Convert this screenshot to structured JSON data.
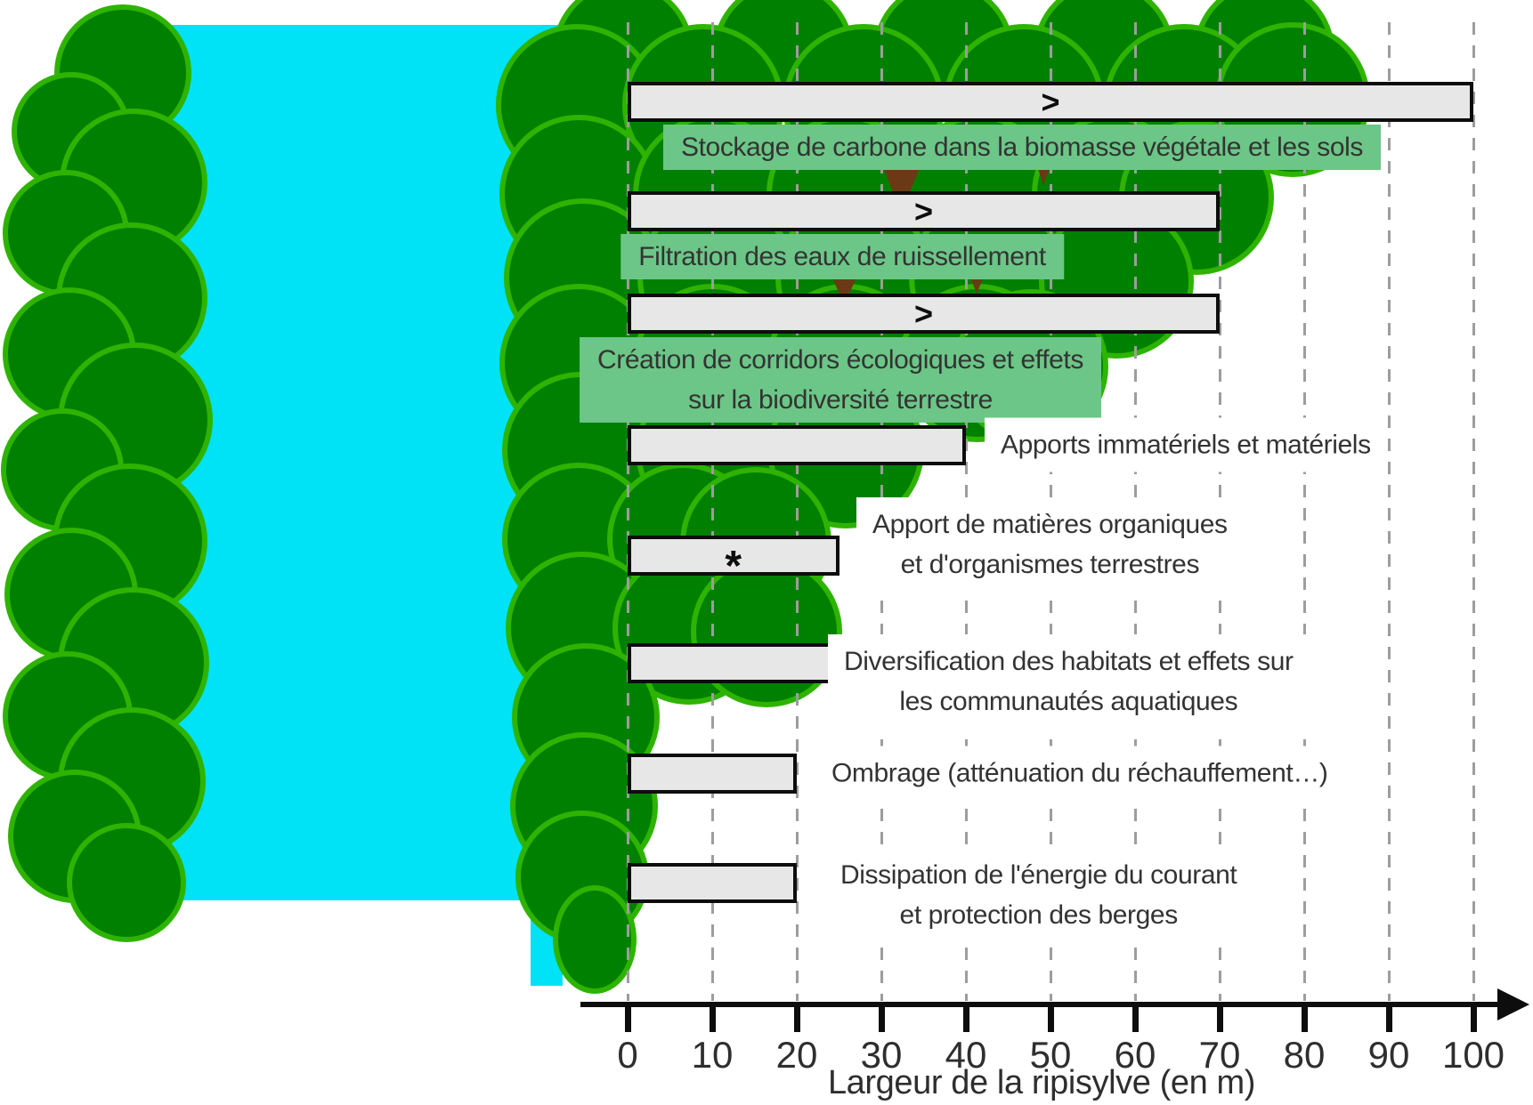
{
  "colors": {
    "tree_fill": "#008000",
    "tree_outline": "#2eb400",
    "tree_trunk": "#6b3a15",
    "river": "#00e2f6",
    "bar_fill": "#e7e7e7",
    "bar_border": "#0d0d0d",
    "green_label_bg": "#6cc687",
    "gridline": "#9d9d9d",
    "text": "#2e2e2e"
  },
  "scene": {
    "river_icon": "river-water",
    "trees_icon": "tree-canopy",
    "trunk_icon": "tree-trunk"
  },
  "chart_data": {
    "type": "bar",
    "orientation": "horizontal",
    "title": "",
    "xlabel": "Largeur de la ripisylve (en m)",
    "ylabel": "",
    "xlim": [
      0,
      100
    ],
    "xticks": [
      0,
      10,
      20,
      30,
      40,
      50,
      60,
      70,
      80,
      90,
      100
    ],
    "grid": "vertical dashed gridlines every 10 m",
    "legend": "none",
    "bar_unit": "m",
    "bars": [
      {
        "label": "Stockage de carbone dans la biomasse végétale et les sols",
        "label_lines": [
          "Stockage de carbone dans la biomasse végétale et les sols"
        ],
        "value": 100,
        "marker": ">",
        "label_style": "green-below"
      },
      {
        "label": "Filtration des eaux de ruissellement",
        "label_lines": [
          "Filtration des eaux de ruissellement"
        ],
        "value": 70,
        "marker": ">",
        "label_style": "green-below"
      },
      {
        "label": "Création de corridors écologiques et effets sur la biodiversité terrestre",
        "label_lines": [
          "Création de corridors écologiques et effets",
          "sur la biodiversité terrestre"
        ],
        "value": 70,
        "marker": ">",
        "label_style": "green-below"
      },
      {
        "label": "Apports immatériels et matériels",
        "label_lines": [
          "Apports immatériels et matériels"
        ],
        "value": 40,
        "marker": "",
        "label_style": "white-right"
      },
      {
        "label": "Apport de matières organiques et d'organismes terrestres",
        "label_lines": [
          "Apport de matières organiques",
          "et d'organismes terrestres"
        ],
        "value": 25,
        "marker": "*",
        "label_style": "white-right"
      },
      {
        "label": "Diversification des habitats et effets sur les communautés aquatiques",
        "label_lines": [
          "Diversification des habitats et effets sur",
          "les communautés aquatiques"
        ],
        "value": 25,
        "marker": "",
        "label_style": "white-right"
      },
      {
        "label": "Ombrage (atténuation du réchauffement…)",
        "label_lines": [
          "Ombrage (atténuation du réchauffement…)"
        ],
        "value": 20,
        "marker": "",
        "label_style": "white-right"
      },
      {
        "label": "Dissipation de l'énergie du courant et protection des berges",
        "label_lines": [
          "Dissipation de l'énergie du courant",
          "et protection des berges"
        ],
        "value": 20,
        "marker": "",
        "label_style": "white-right"
      }
    ]
  }
}
